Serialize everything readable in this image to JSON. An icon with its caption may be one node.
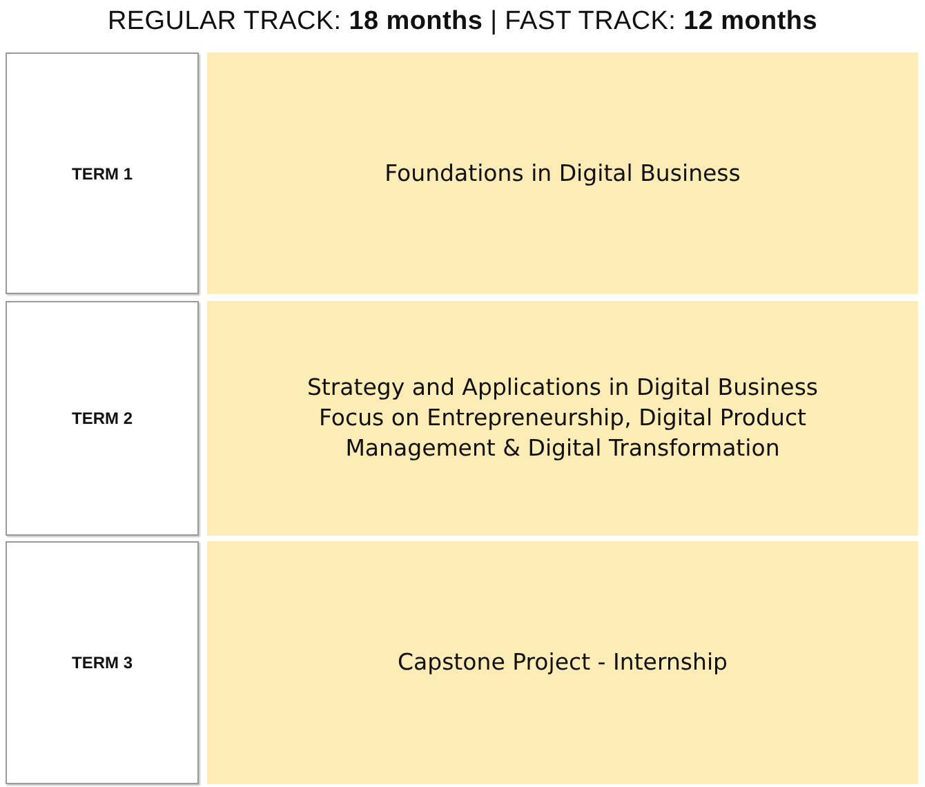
{
  "diagram": {
    "title": "REGULAR TRACK: **18 months** | FAST TRACK: **12 months**",
    "nodes": [
      {
        "text": [
          "TERM 1"
        ]
      },
      {
        "text": [
          "Foundations in Digital Business"
        ]
      },
      {
        "text": [
          "TERM 2"
        ]
      },
      {
        "text": [
          "Strategy and Applications in Digital Business",
          "Focus on Entrepreneurship, Digital Product Management & Digital Transformation"
        ]
      },
      {
        "text": [
          "TERM 3"
        ]
      },
      {
        "text": [
          "Capstone Project - Internship"
        ]
      }
    ]
  }
}
